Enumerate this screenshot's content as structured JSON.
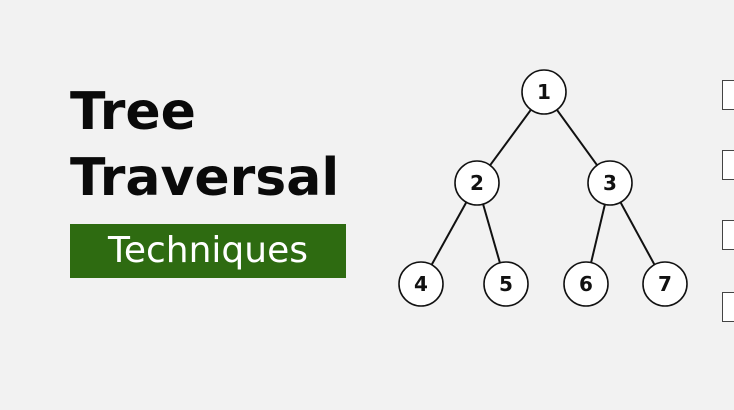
{
  "title": {
    "line1": "Tree",
    "line2": "Traversal",
    "highlight": "Techniques",
    "highlight_color": "#2e6b11"
  },
  "tree": {
    "nodes": [
      "1",
      "2",
      "3",
      "4",
      "5",
      "6",
      "7"
    ],
    "edges": [
      [
        "1",
        "2"
      ],
      [
        "1",
        "3"
      ],
      [
        "2",
        "4"
      ],
      [
        "2",
        "5"
      ],
      [
        "3",
        "6"
      ],
      [
        "3",
        "7"
      ]
    ]
  }
}
